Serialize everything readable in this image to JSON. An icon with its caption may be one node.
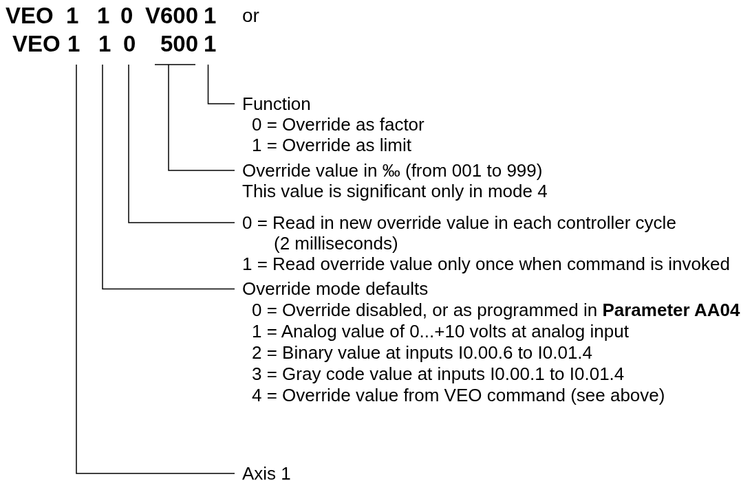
{
  "diagram": {
    "nodes": [
      {
        "text": [
          "1"
        ]
      },
      {
        "text": [
          "1"
        ]
      },
      {
        "text": [
          "0"
        ]
      },
      {
        "text": [
          "500"
        ]
      },
      {
        "text": [
          "1"
        ]
      },
      {
        "text": [
          "Function",
          "0 = Override as factor",
          "1 = Override as limit"
        ]
      },
      {
        "text": [
          "Override value in ‰ (from 001 to 999)",
          "This value is significant only in mode 4"
        ]
      },
      {
        "text": [
          "0 = Read in new override value in each controller cycle (2 milliseconds)",
          "1 = Read override value only once when command is invoked"
        ]
      },
      {
        "text": [
          "Override mode defaults",
          "0 = Override disabled, or as programmed in **Parameter AA04**",
          "1 = Analog value of 0...+10 volts at analog input",
          "2 = Binary value at inputs I0.00.6 to I0.01.4",
          "3 = Gray code value at inputs I0.00.1 to I0.01.4",
          "4 = Override value from VEO command (see above)"
        ]
      },
      {
        "text": [
          "Axis 1"
        ]
      }
    ],
    "edges": [
      {
        "from": 5,
        "to": 4,
        "arrow": "none"
      },
      {
        "from": 6,
        "to": 3,
        "arrow": "none"
      },
      {
        "from": 7,
        "to": 2,
        "arrow": "none"
      },
      {
        "from": 8,
        "to": 1,
        "arrow": "none"
      },
      {
        "from": 9,
        "to": 0,
        "arrow": "none"
      }
    ],
    "labels": [
      "VEO",
      "1",
      "1",
      "0",
      "V600",
      "1",
      "or",
      "VEO"
    ]
  }
}
